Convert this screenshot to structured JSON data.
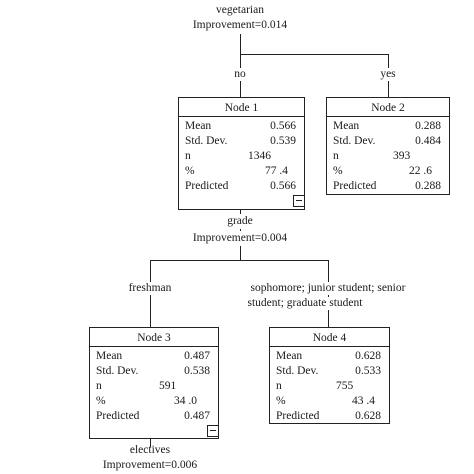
{
  "root": {
    "variable": "vegetarian",
    "improvement": "Improvement=0.014"
  },
  "branch_root_left": "no",
  "branch_root_right": "yes",
  "node1": {
    "title": "Node 1",
    "mean_label": "Mean",
    "mean": "0.566",
    "sd_label": "Std. Dev.",
    "sd": "0.539",
    "n_label": "n",
    "n": "1346",
    "pct_label": "%",
    "pct": "77 .4",
    "pred_label": "Predicted",
    "pred": "0.566"
  },
  "node2": {
    "title": "Node 2",
    "mean_label": "Mean",
    "mean": "0.288",
    "sd_label": "Std. Dev.",
    "sd": "0.484",
    "n_label": "n",
    "n": "393",
    "pct_label": "%",
    "pct": "22 .6",
    "pred_label": "Predicted",
    "pred": "0.288"
  },
  "split1": {
    "variable": "grade",
    "improvement": "Improvement=0.004"
  },
  "branch_grade_left": "freshman",
  "branch_grade_right_line1": "sophomore; junior student; senior",
  "branch_grade_right_line2": "student; graduate student",
  "node3": {
    "title": "Node 3",
    "mean_label": "Mean",
    "mean": "0.487",
    "sd_label": "Std. Dev.",
    "sd": "0.538",
    "n_label": "n",
    "n": "591",
    "pct_label": "%",
    "pct": "34 .0",
    "pred_label": "Predicted",
    "pred": "0.487"
  },
  "node4": {
    "title": "Node 4",
    "mean_label": "Mean",
    "mean": "0.628",
    "sd_label": "Std. Dev.",
    "sd": "0.533",
    "n_label": "n",
    "n": "755",
    "pct_label": "%",
    "pct": "43 .4",
    "pred_label": "Predicted",
    "pred": "0.628"
  },
  "split3": {
    "variable": "electives",
    "improvement": "Improvement=0.006"
  }
}
